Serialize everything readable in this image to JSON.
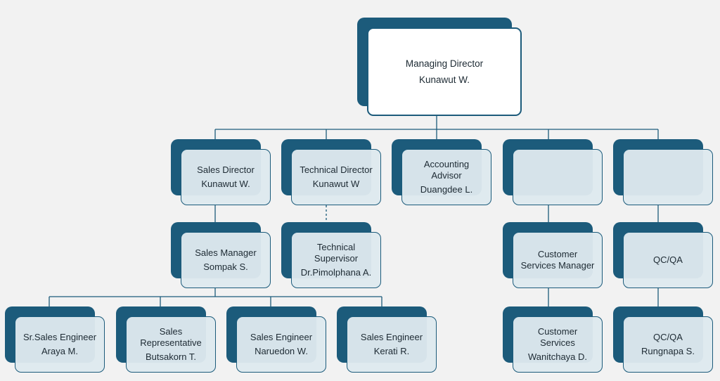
{
  "org_chart": {
    "managing_director": {
      "title": [
        "Managing Director"
      ],
      "name": "Kunawut W."
    },
    "sales_director": {
      "title": [
        "Sales Director"
      ],
      "name": "Kunawut W."
    },
    "technical_director": {
      "title": [
        "Technical Director"
      ],
      "name": "Kunawut W"
    },
    "accounting_advisor": {
      "title": [
        "Accounting",
        "Advisor"
      ],
      "name": "Duangdee L."
    },
    "blank_1": {
      "title": [],
      "name": ""
    },
    "blank_2": {
      "title": [],
      "name": ""
    },
    "sales_manager": {
      "title": [
        "Sales Manager"
      ],
      "name": "Sompak S."
    },
    "technical_supervisor": {
      "title": [
        "Technical",
        "Supervisor"
      ],
      "name": "Dr.Pimolphana A."
    },
    "customer_services_manager": {
      "title": [
        "Customer",
        "Services Manager"
      ],
      "name": ""
    },
    "qcqa_lead": {
      "title": [
        "QC/QA"
      ],
      "name": ""
    },
    "sr_sales_engineer": {
      "title": [
        "Sr.Sales Engineer"
      ],
      "name": "Araya M."
    },
    "sales_representative": {
      "title": [
        "Sales",
        "Representative"
      ],
      "name": "Butsakorn T."
    },
    "sales_engineer_1": {
      "title": [
        "Sales Engineer"
      ],
      "name": "Naruedon W."
    },
    "sales_engineer_2": {
      "title": [
        "Sales Engineer"
      ],
      "name": "Kerati R."
    },
    "customer_services": {
      "title": [
        "Customer",
        "Services"
      ],
      "name": "Wanitchaya D."
    },
    "qcqa": {
      "title": [
        "QC/QA"
      ],
      "name": "Rungnapa S."
    }
  }
}
